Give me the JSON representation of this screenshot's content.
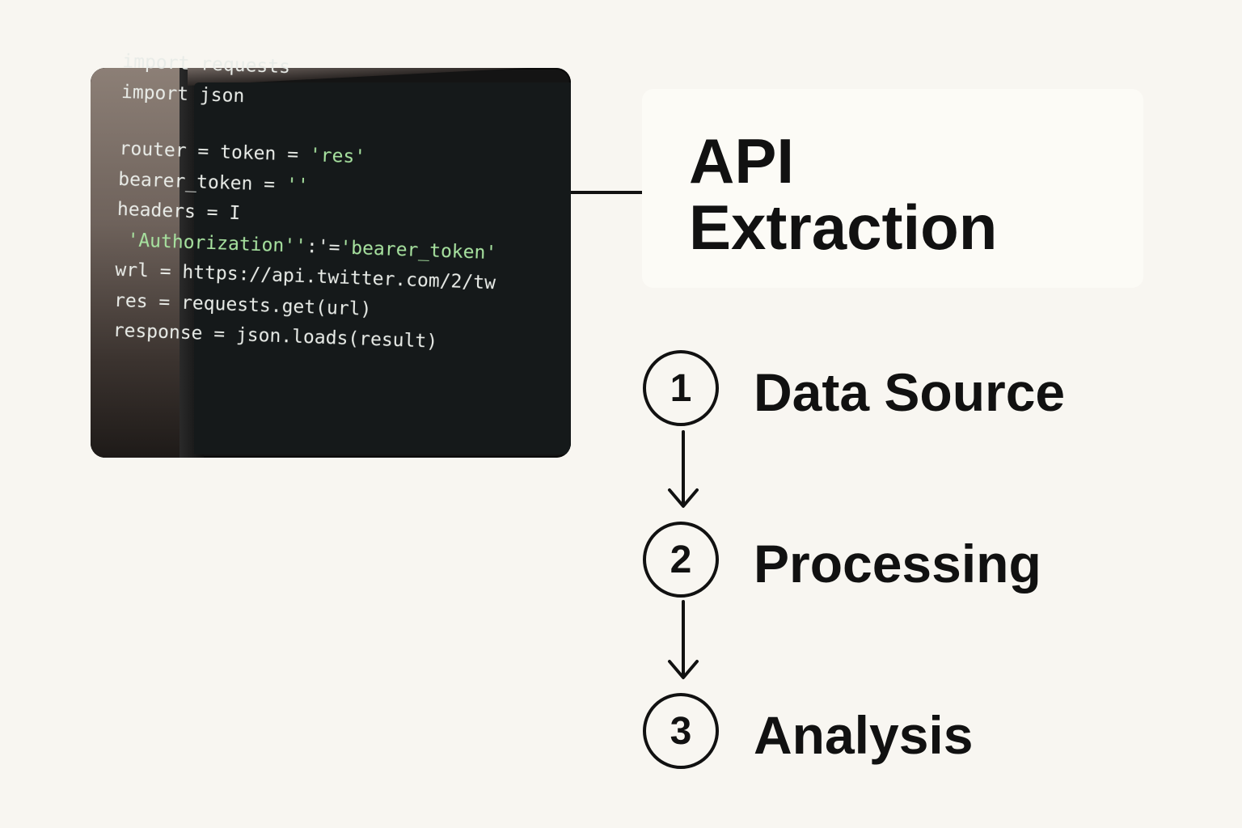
{
  "code_image": {
    "lines": [
      [
        {
          "t": "import requests"
        }
      ],
      [
        {
          "t": "import json"
        }
      ],
      [],
      [
        {
          "t": "router = token = "
        },
        {
          "t": "'res'",
          "s": true
        }
      ],
      [
        {
          "t": "bearer_token = "
        },
        {
          "t": "''",
          "s": true
        }
      ],
      [
        {
          "t": "headers = I"
        }
      ],
      [
        {
          "t": " 'Authorization''",
          "s": true
        },
        {
          "t": ":'="
        },
        {
          "t": "'bearer_token'",
          "s": true
        }
      ],
      [
        {
          "t": "wrl = https://api.twitter.com/2/tw"
        }
      ],
      [
        {
          "t": "res = requests.get(url)"
        }
      ],
      [
        {
          "t": "response = json.loads(result)"
        }
      ]
    ]
  },
  "title": {
    "line1": "API",
    "line2": "Extraction"
  },
  "steps": [
    {
      "number": "1",
      "label": "Data Source"
    },
    {
      "number": "2",
      "label": "Processing"
    },
    {
      "number": "3",
      "label": "Analysis"
    }
  ]
}
